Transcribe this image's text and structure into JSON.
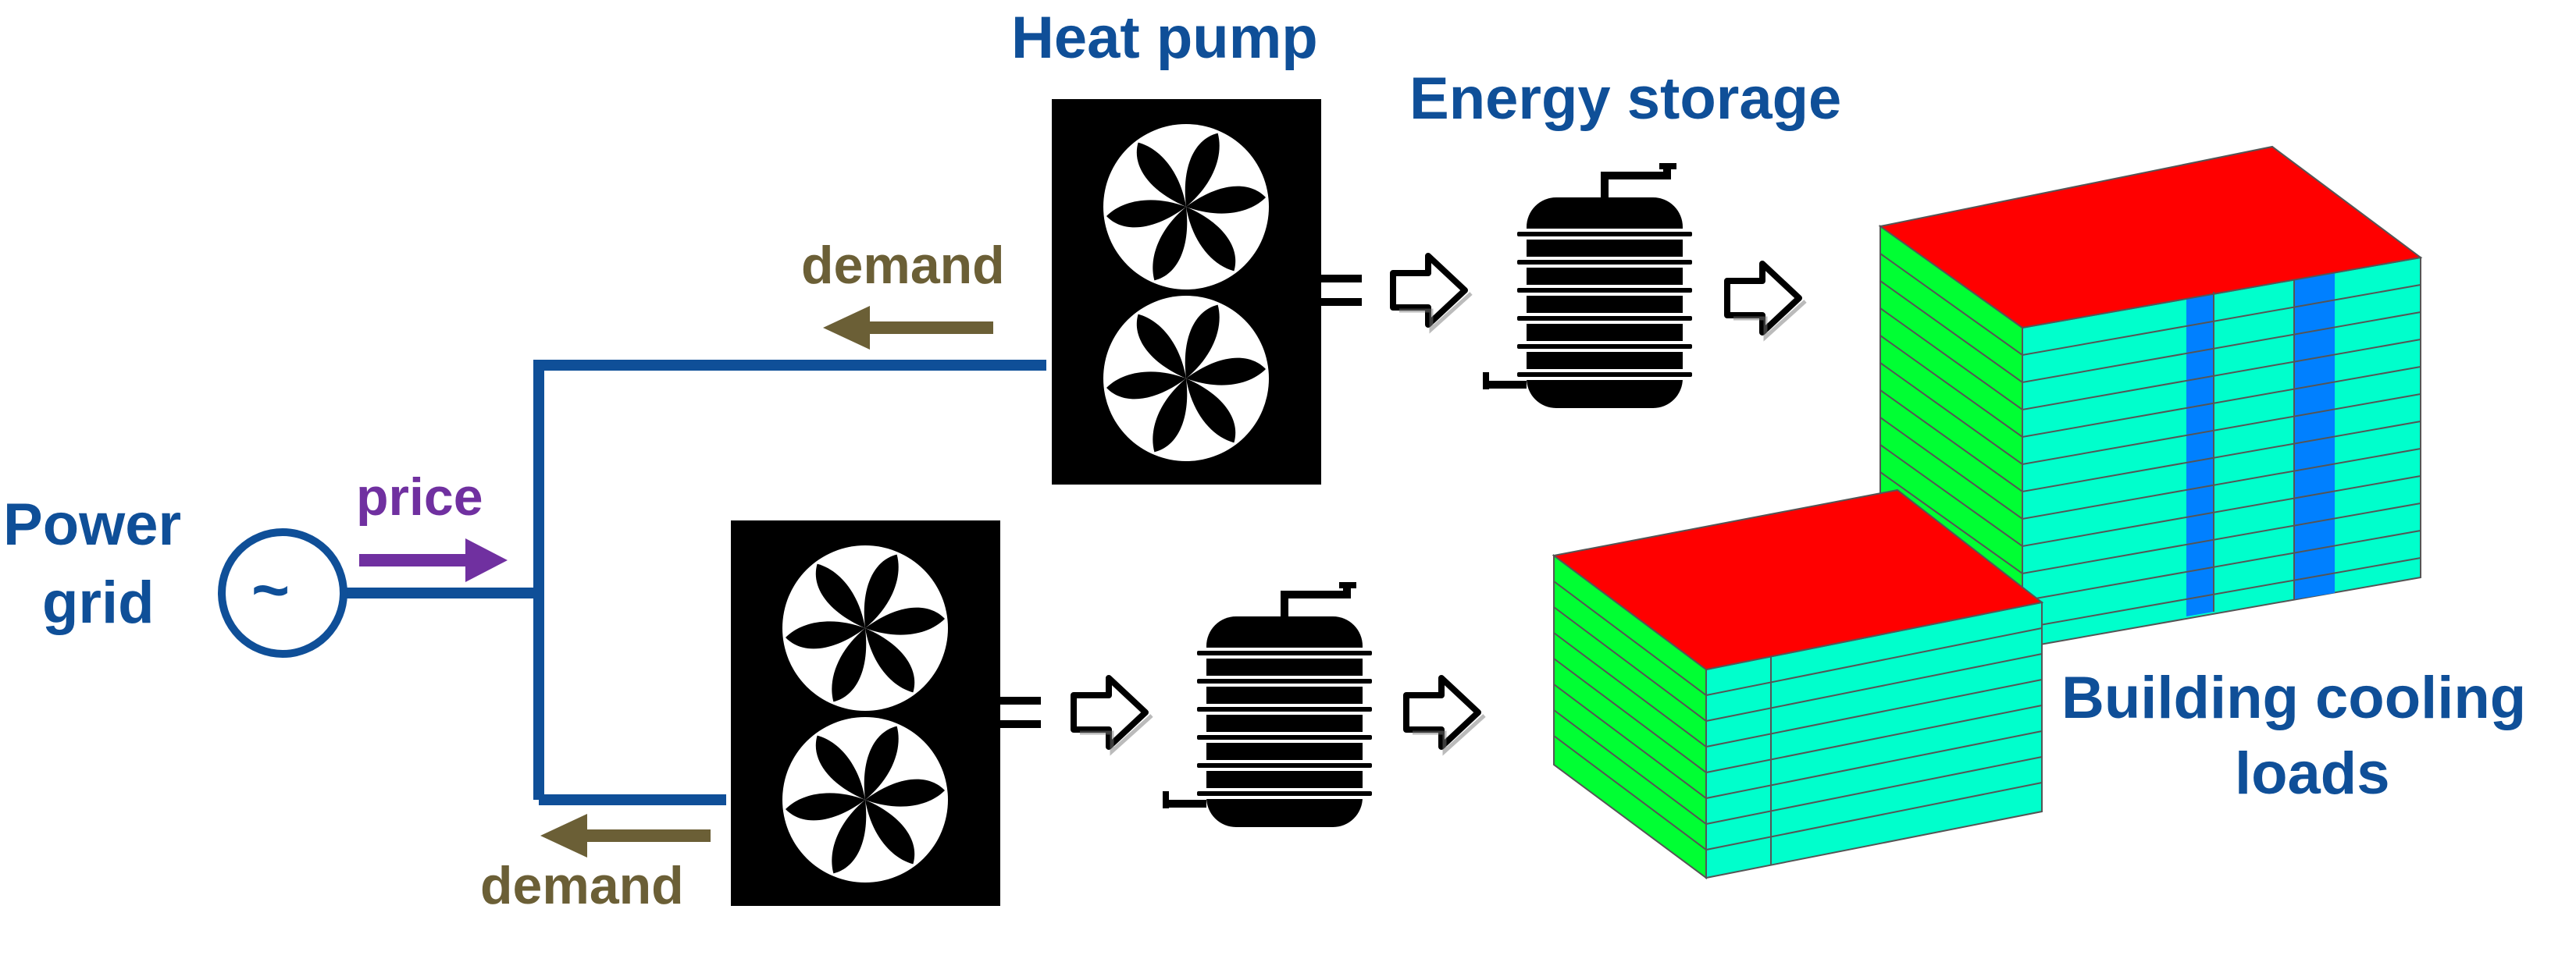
{
  "labels": {
    "heat_pump": "Heat pump",
    "energy_storage": "Energy storage",
    "power_grid_line1": "Power",
    "power_grid_line2": "grid",
    "grid_symbol": "~",
    "price": "price",
    "demand_top": "demand",
    "demand_bottom": "demand",
    "building_line1": "Building cooling",
    "building_line2": "loads"
  },
  "icons": {
    "heat_pump": "fan-unit-icon",
    "storage": "storage-tank-icon",
    "flow_arrow": "hollow-arrow-icon",
    "building": "building-block-icon",
    "grid": "ac-source-icon"
  },
  "colors": {
    "grid_line": "#0f4f98",
    "label_blue": "#0f4f98",
    "demand_arrow": "#6b5f36",
    "price_arrow": "#7030a0",
    "roof": "#ff0000",
    "side_wall": "#00ff33",
    "front_wall": "#00ffcc",
    "wall_deep": "#0080ff",
    "equipment": "#000000"
  }
}
